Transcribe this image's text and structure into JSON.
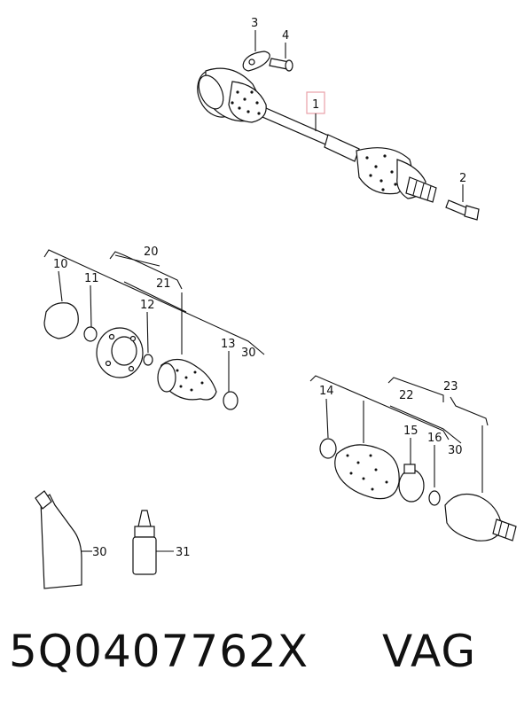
{
  "callouts": {
    "c1": "1",
    "c2": "2",
    "c3": "3",
    "c4": "4",
    "c10": "10",
    "c11": "11",
    "c12": "12",
    "c13": "13",
    "c14": "14",
    "c15": "15",
    "c16": "16",
    "c20": "20",
    "c21": "21",
    "c22": "22",
    "c23": "23",
    "c30a": "30",
    "c30b": "30",
    "c30c": "30",
    "c31": "31"
  },
  "highlight_color": "#e8a0a8",
  "footer": {
    "part_number": "5Q0407762X",
    "brand": "VAG"
  }
}
